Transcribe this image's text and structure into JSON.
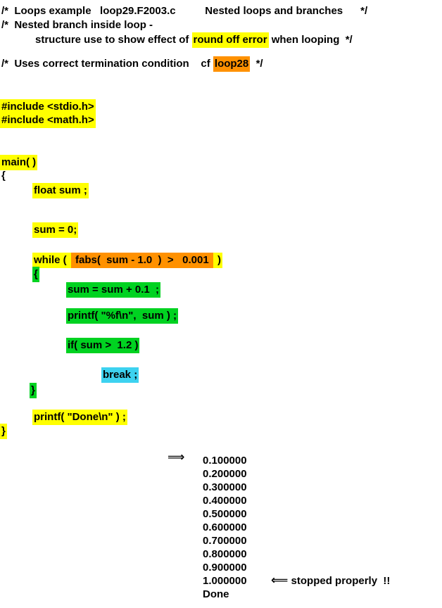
{
  "colors": {
    "background": "#FFFFFF",
    "text": "#000000",
    "highlight_yellow": "#FFFF00",
    "highlight_orange": "#FF9100",
    "highlight_green": "#00D221",
    "highlight_cyan": "#3DD2F0"
  },
  "header": {
    "line1": "/*  Loops example   loop29.F2003.c          Nested loops and branches      */",
    "line2": "/*  Nested branch inside loop -",
    "line3_pre": "structure use to show effect of ",
    "line3_highlight": "round off error",
    "line3_post": " when looping  */",
    "line4_pre": "/*  Uses correct termination condition    cf ",
    "line4_highlight": "loop28",
    "line4_post": "  */"
  },
  "includes": {
    "stdio": "#include <stdio.h>",
    "math": "#include <math.h>"
  },
  "code": {
    "main": "main( )",
    "open_brace": "{",
    "decl": "float sum ;",
    "init": "sum = 0;",
    "while_pre": "while ( ",
    "while_cond": " fabs(  sum - 1.0  )  >   0.001 ",
    "while_post": " )",
    "loop_open_brace": "{",
    "add": "sum = sum + 0.1  ;",
    "print_sum": "printf( \"%f\\n\",  sum ) ;",
    "if_cond": "if( sum >  1.2 )",
    "break_stmt": "break ;",
    "loop_close_brace": "}",
    "print_done": "printf( \"Done\\n\" ) ;",
    "close_brace": "}"
  },
  "output": {
    "arrow_right": "⟹",
    "values": [
      "0.100000",
      "0.200000",
      "0.300000",
      "0.400000",
      "0.500000",
      "0.600000",
      "0.700000",
      "0.800000",
      "0.900000",
      "1.000000"
    ],
    "note_arrow": "⟸",
    "note_text": " stopped properly  !!",
    "done": "Done"
  }
}
